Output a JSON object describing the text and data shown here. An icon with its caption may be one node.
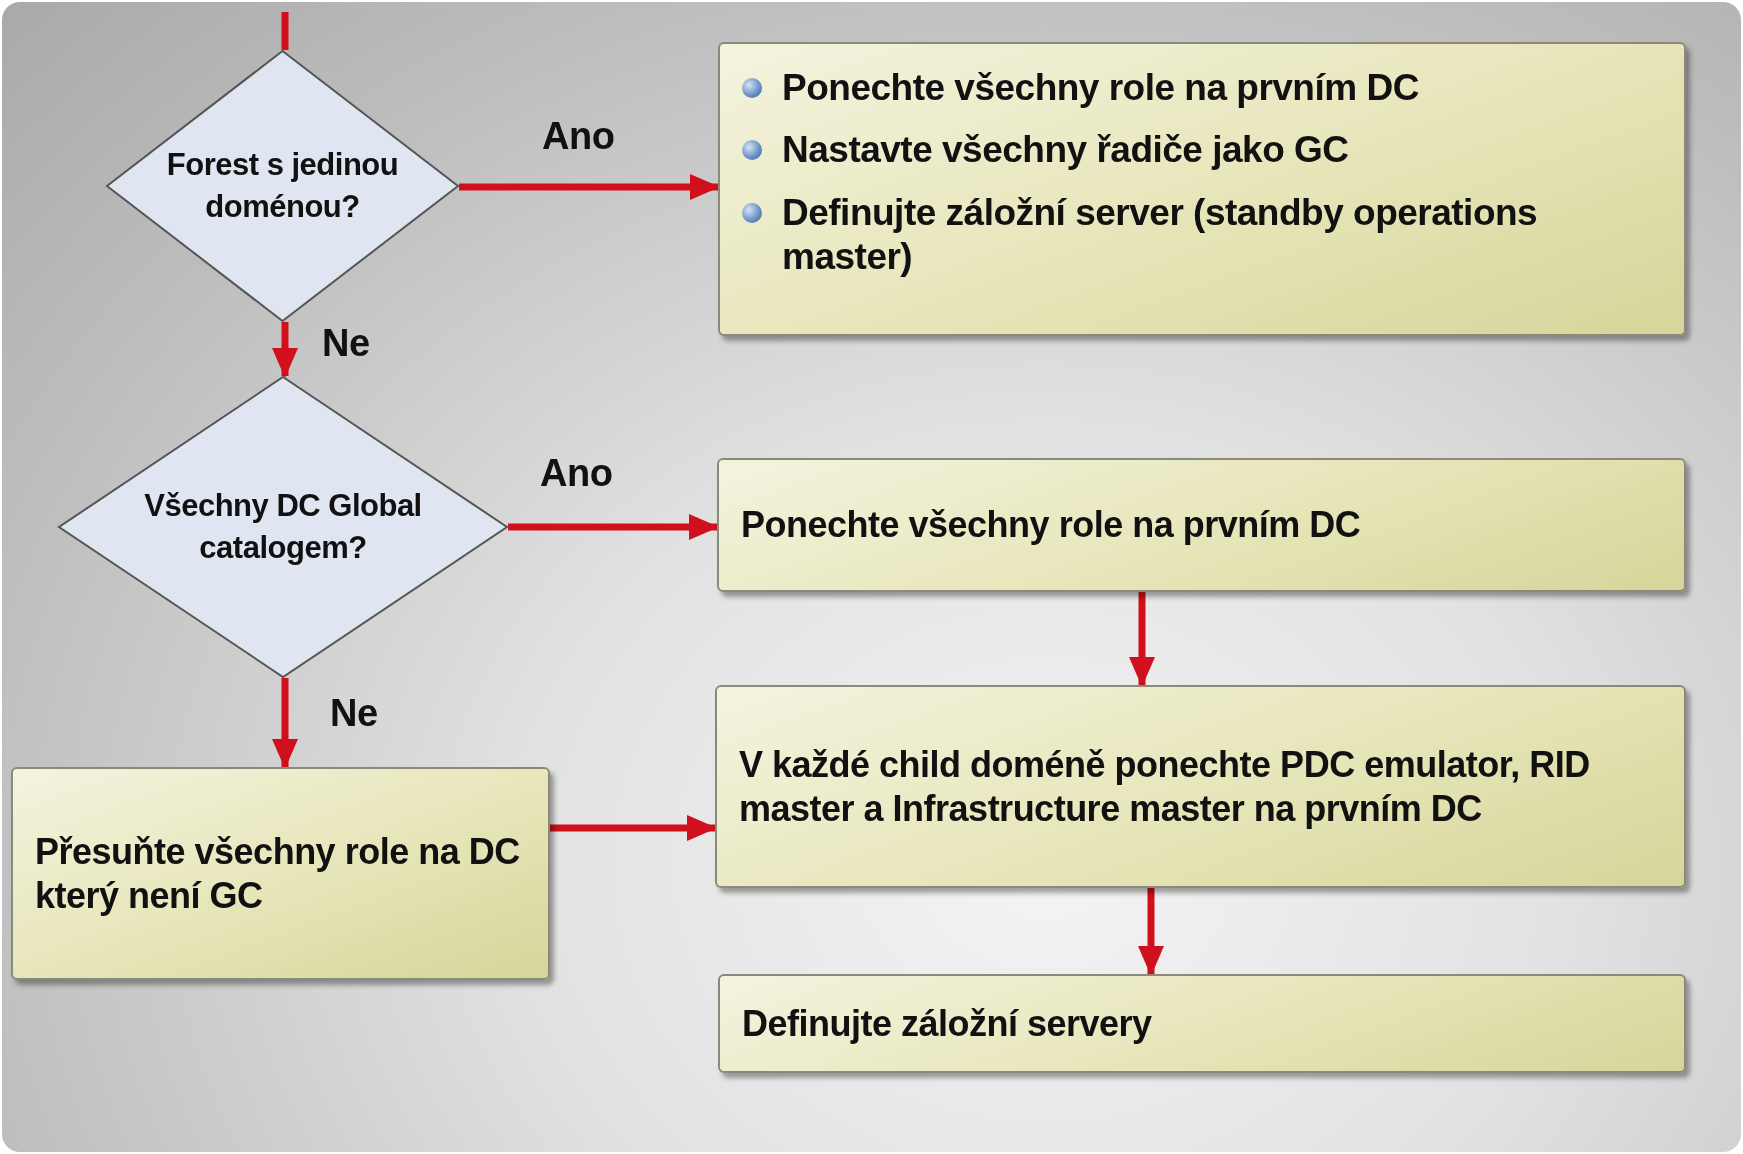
{
  "diagram": {
    "nodes": [
      {
        "text": [
          "Forest s jedinou doménou?"
        ]
      },
      {
        "text": [
          "Ponechte všechny role na prvním DC",
          "Nastavte všechny řadiče jako GC",
          "Definujte  záložní server (standby operations master)"
        ]
      },
      {
        "text": [
          "Všechny DC Global catalogem?"
        ]
      },
      {
        "text": [
          "Ponechte všechny role na prvním DC"
        ]
      },
      {
        "text": [
          "Přesuňte všechny role na DC který není GC"
        ]
      },
      {
        "text": [
          "V každé child doméně ponechte PDC emulator, RID master a Infrastructure master na prvním DC"
        ]
      },
      {
        "text": [
          "Definujte záložní servery"
        ]
      }
    ],
    "edges": [
      {
        "from": null,
        "to": 0,
        "arrow": "none"
      },
      {
        "from": 0,
        "to": 1,
        "arrow": "to",
        "label": "Ano"
      },
      {
        "from": 0,
        "to": 2,
        "arrow": "to",
        "label": "Ne"
      },
      {
        "from": 2,
        "to": 3,
        "arrow": "to",
        "label": "Ano"
      },
      {
        "from": 2,
        "to": 4,
        "arrow": "to",
        "label": "Ne"
      },
      {
        "from": 3,
        "to": 5,
        "arrow": "to"
      },
      {
        "from": 4,
        "to": 5,
        "arrow": "to"
      },
      {
        "from": 5,
        "to": 6,
        "arrow": "to"
      }
    ]
  }
}
